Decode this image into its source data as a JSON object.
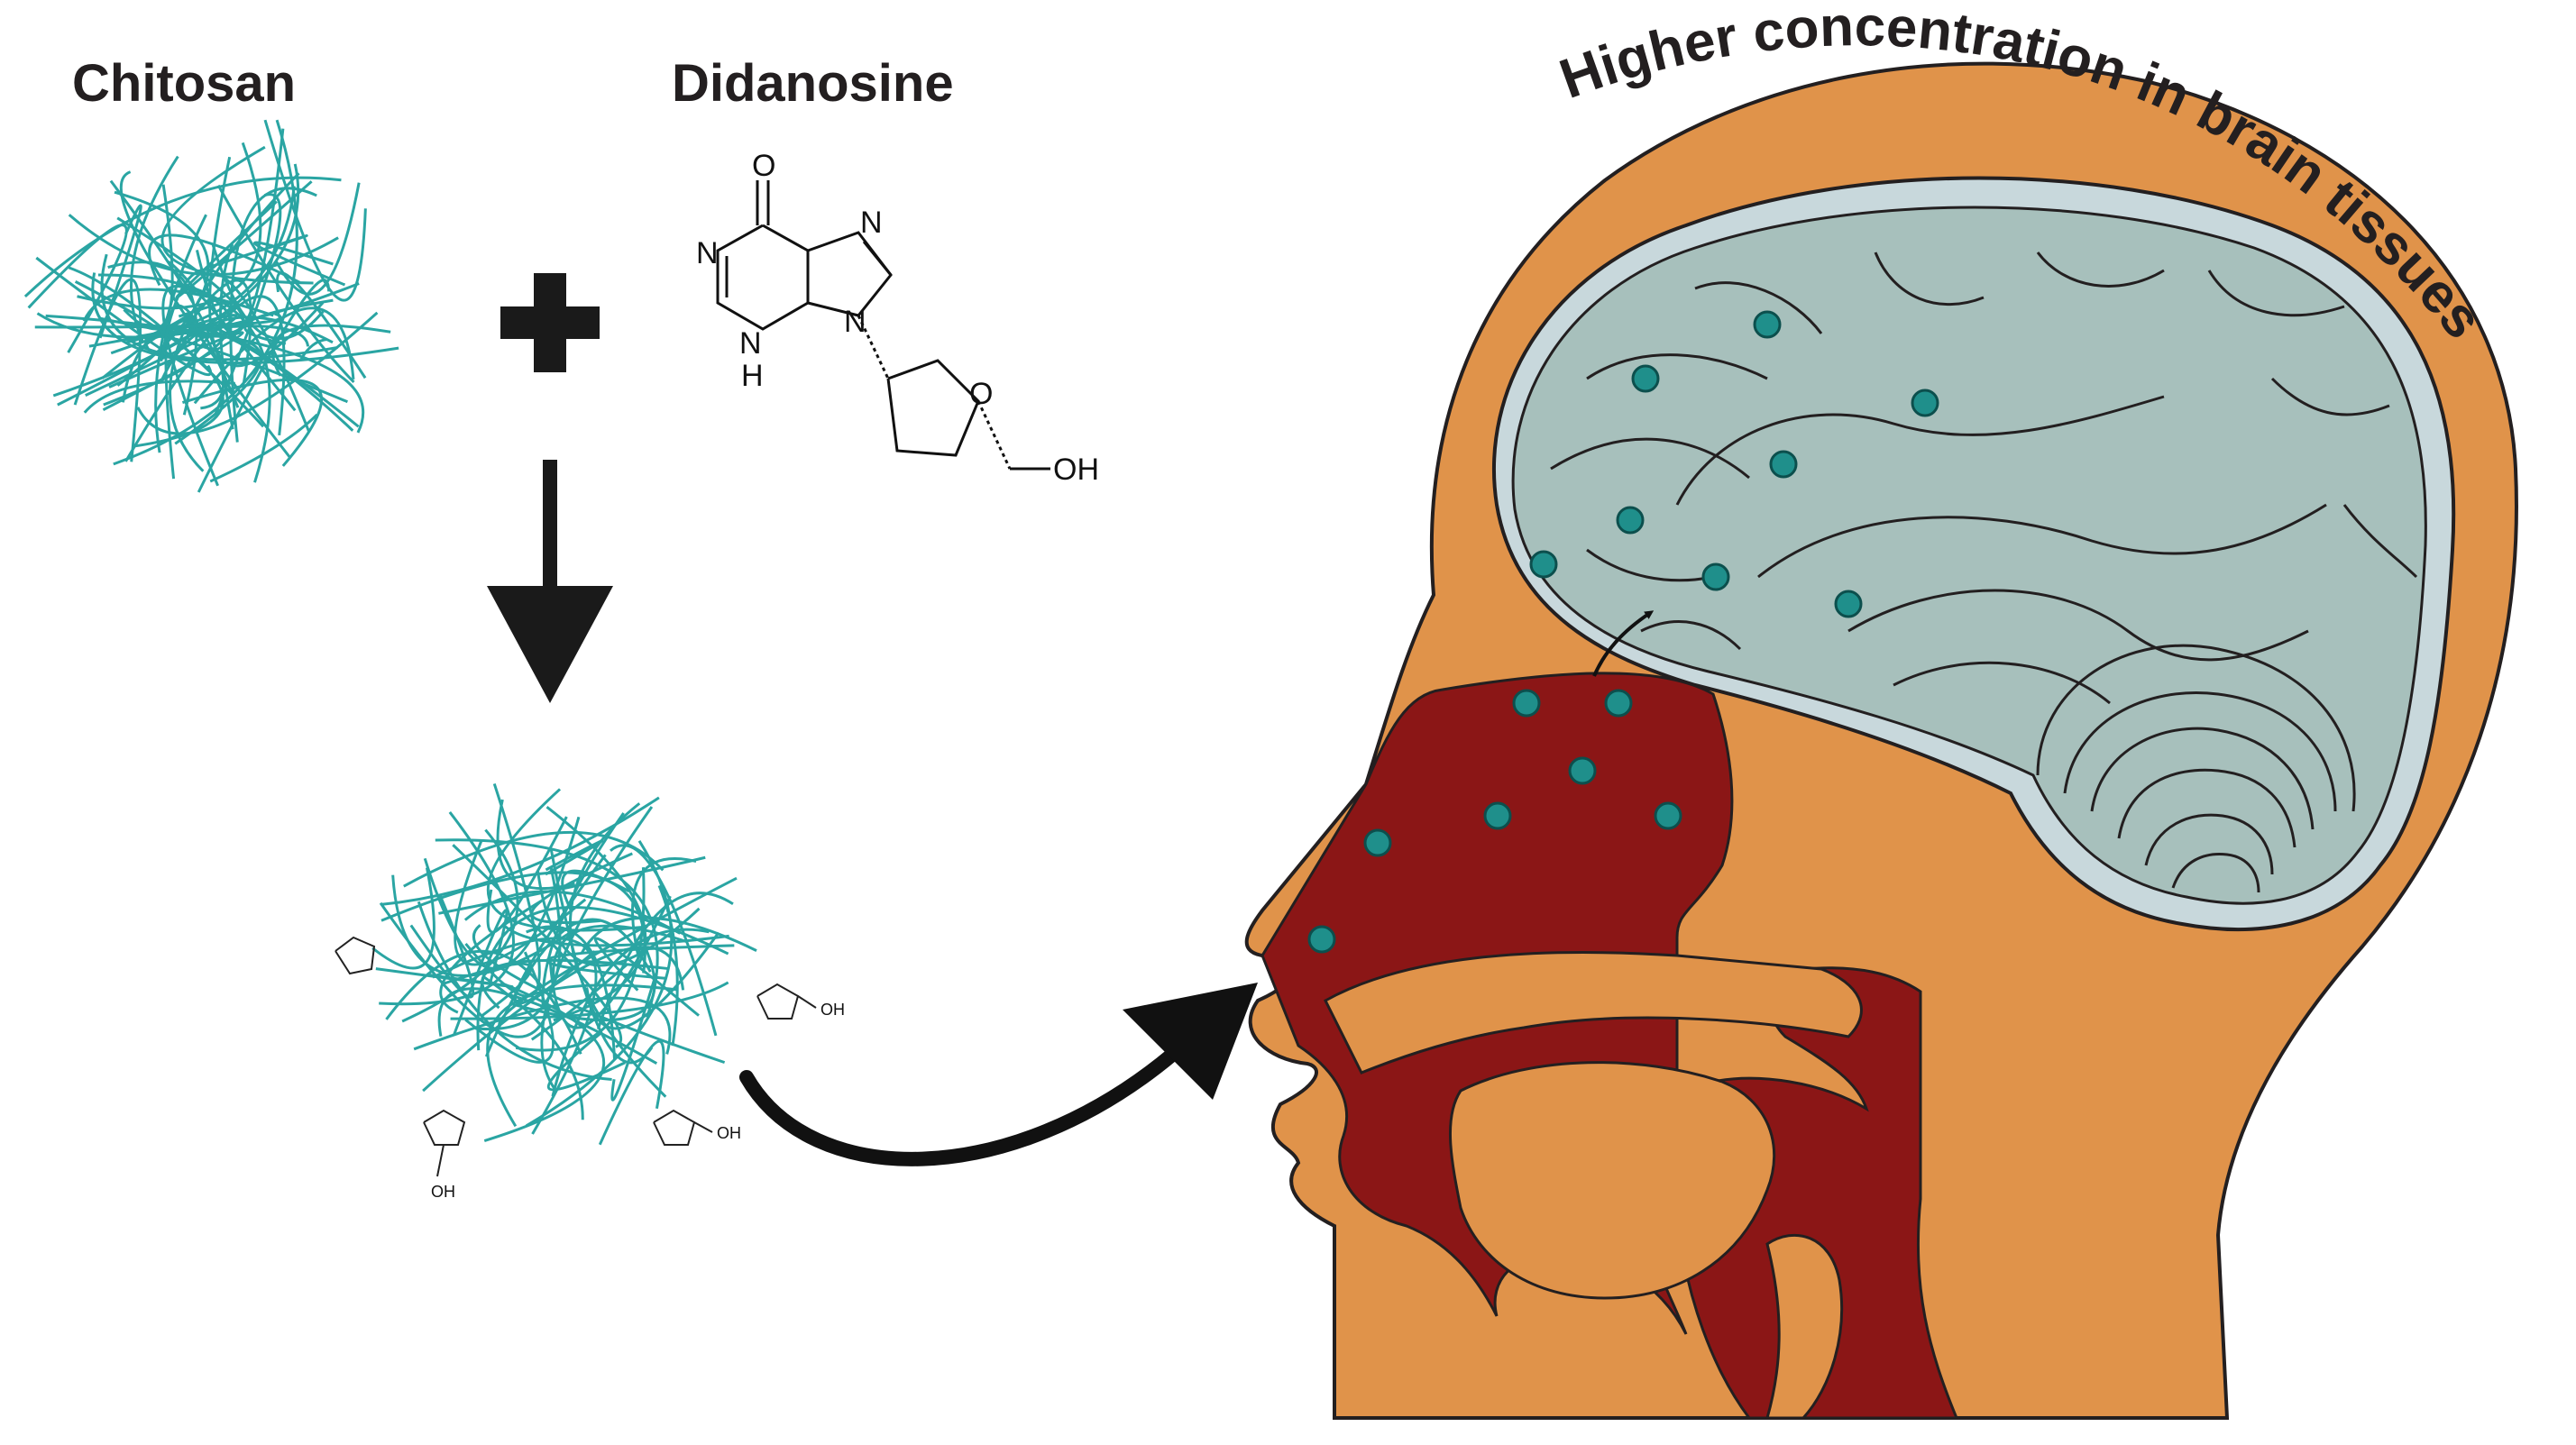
{
  "labels": {
    "chitosan": "Chitosan",
    "didanosine": "Didanosine",
    "headline": "Higher concentration in brain tissues"
  },
  "molecule": {
    "o_top": "O",
    "n1": "N",
    "n7": "N",
    "n3": "N",
    "n9": "N",
    "h": "H",
    "ring_o": "O",
    "oh": "OH"
  },
  "nanoparticle_tags": {
    "oh_a": "OH",
    "oh_b": "OH",
    "oh_c": "OH"
  },
  "colors": {
    "chitosan_strand": "#2aa5a3",
    "head_skin": "#e0934a",
    "airway": "#8b1616",
    "brain": "#a7c0bc",
    "brain_membrane": "#c8d8dc",
    "outline": "#231f20"
  },
  "icons": [
    "plus-icon",
    "down-arrow-icon",
    "curved-arrow-icon",
    "nanoparticle-dot-icon"
  ]
}
